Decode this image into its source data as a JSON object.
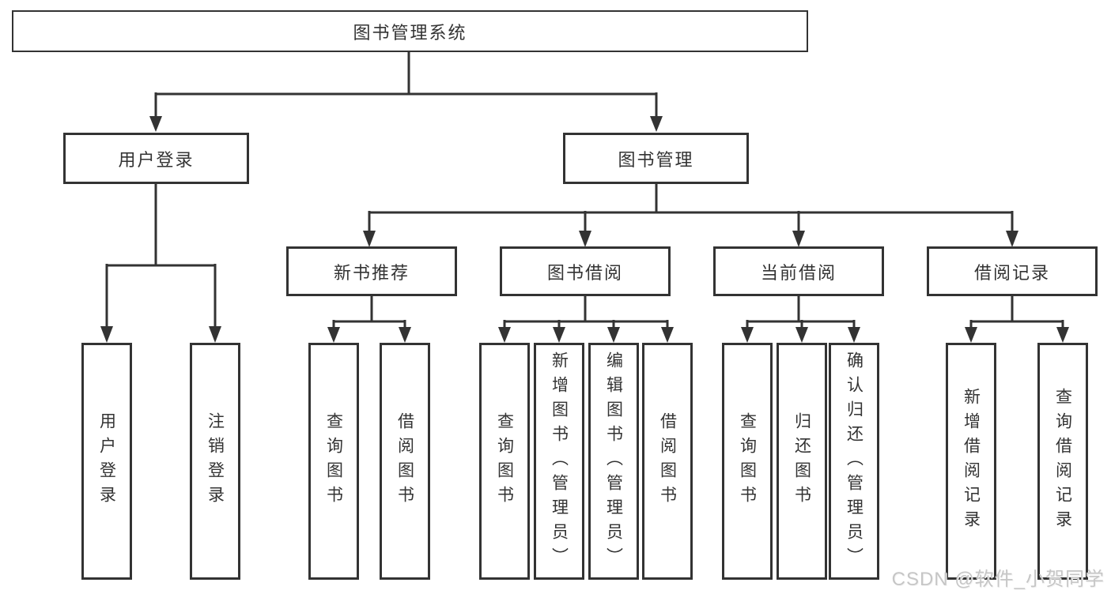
{
  "diagram": {
    "root": {
      "label": "图书管理系统"
    },
    "branches": [
      {
        "label": "用户登录",
        "children": [
          {
            "label": "用户登录"
          },
          {
            "label": "注销登录"
          }
        ]
      },
      {
        "label": "图书管理",
        "children": [
          {
            "label": "新书推荐",
            "children": [
              {
                "label": "查询图书"
              },
              {
                "label": "借阅图书"
              }
            ]
          },
          {
            "label": "图书借阅",
            "children": [
              {
                "label": "查询图书"
              },
              {
                "label": "新增图书（管理员）"
              },
              {
                "label": "编辑图书（管理员）"
              },
              {
                "label": "借阅图书"
              }
            ]
          },
          {
            "label": "当前借阅",
            "children": [
              {
                "label": "查询图书"
              },
              {
                "label": "归还图书"
              },
              {
                "label": "确认归还（管理员）"
              }
            ]
          },
          {
            "label": "借阅记录",
            "children": [
              {
                "label": "新增借阅记录"
              },
              {
                "label": "查询借阅记录"
              }
            ]
          }
        ]
      }
    ]
  },
  "watermark": {
    "text": "CSDN @软件_小贺同学"
  },
  "colors": {
    "line": "#333333",
    "border": "#333333",
    "text": "#333333",
    "background": "#ffffff",
    "watermark": "#c6c6c6"
  }
}
